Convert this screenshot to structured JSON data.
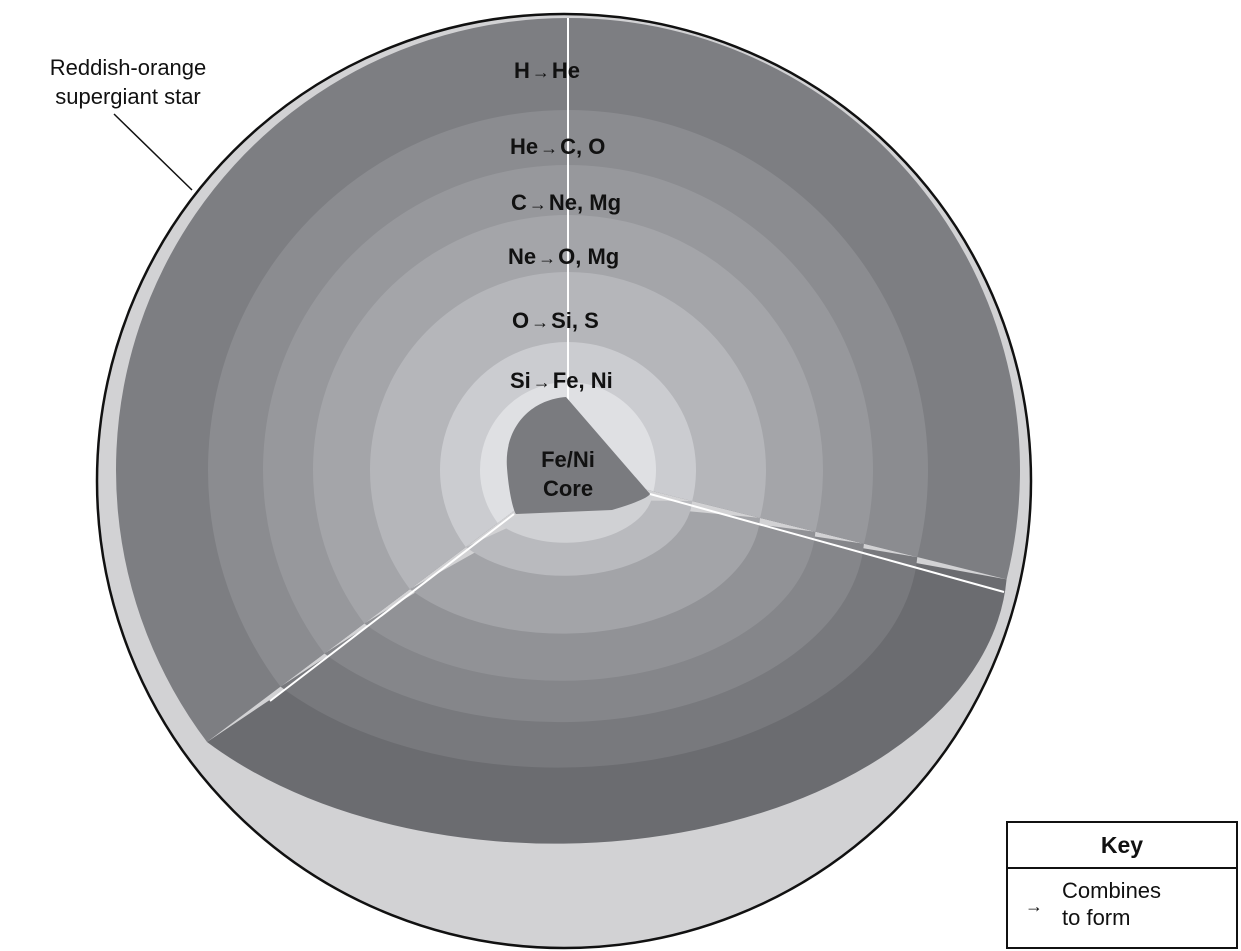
{
  "star_label": {
    "line1": "Reddish-orange",
    "line2": "supergiant star"
  },
  "shells": [
    {
      "reactant": "H",
      "product": "He"
    },
    {
      "reactant": "He",
      "product": "C, O"
    },
    {
      "reactant": "C",
      "product": "Ne, Mg"
    },
    {
      "reactant": "Ne",
      "product": "O, Mg"
    },
    {
      "reactant": "O",
      "product": "Si, S"
    },
    {
      "reactant": "Si",
      "product": "Fe, Ni"
    }
  ],
  "core": {
    "line1": "Fe/Ni",
    "line2": "Core"
  },
  "arrow_glyph": "→",
  "key": {
    "title": "Key",
    "symbol": "→",
    "line1": "Combines",
    "line2": "to form"
  },
  "colors": {
    "outer_surface": "#d2d2d4",
    "h_layer": "#7d7e82",
    "core": "#7a7b7f"
  }
}
